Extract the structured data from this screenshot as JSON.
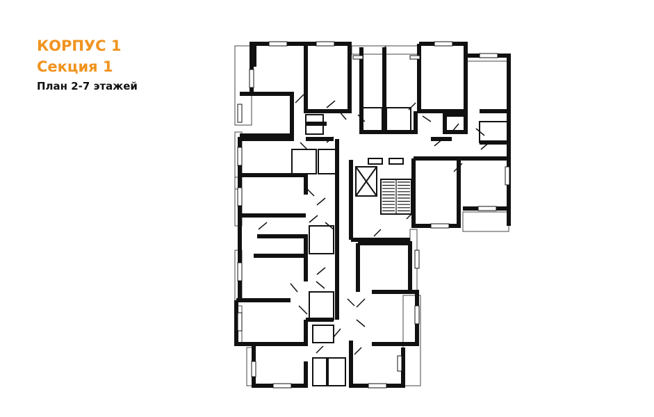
{
  "header": {
    "building": "КОРПУС 1",
    "section": "Секция 1",
    "plan_label": "План 2-7 этажей"
  },
  "colors": {
    "accent": "#f0931e",
    "text": "#111111",
    "wall": "#111111",
    "thin_line": "#555555",
    "background": "#ffffff"
  }
}
